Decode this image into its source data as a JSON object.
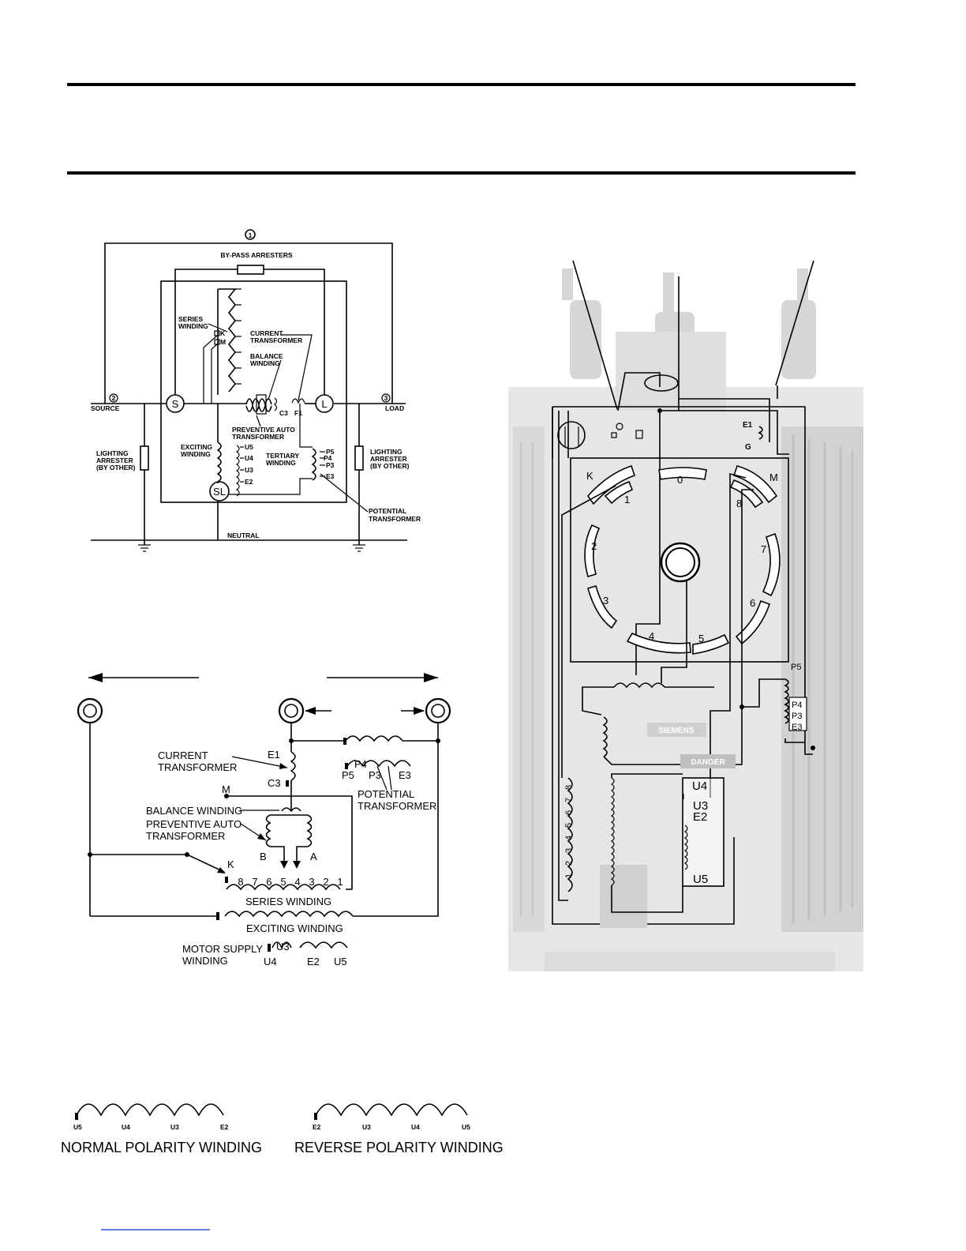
{
  "schematic": {
    "node_1": "1",
    "node_2": "2",
    "node_3": "3",
    "bypass": "BY-PASS ARRESTERS",
    "series_winding": [
      "SERIES",
      "WINDING"
    ],
    "k": "K",
    "m": "M",
    "current_transformer": [
      "CURRENT",
      "TRANSFORMER"
    ],
    "balance_winding": [
      "BALANCE",
      "WINDING"
    ],
    "c3": "C3",
    "f1": "F1",
    "s": "S",
    "l": "L",
    "sl": "SL",
    "source": "SOURCE",
    "load": "LOAD",
    "pat": [
      "PREVENTIVE AUTO",
      "TRANSFORMER"
    ],
    "exciting_winding": [
      "EXCITING",
      "WINDING"
    ],
    "exc_taps": [
      "U5",
      "U4",
      "U3",
      "E2"
    ],
    "tertiary_winding": [
      "TERTIARY",
      "WINDING"
    ],
    "ter_taps": [
      "P5",
      "P4",
      "P3",
      "E3"
    ],
    "arrester_left": [
      "LIGHTING",
      "ARRESTER",
      "(BY OTHER)"
    ],
    "arrester_right": [
      "LIGHTING",
      "ARRESTER",
      "(BY OTHER)"
    ],
    "potential_transformer": [
      "POTENTIAL",
      "TRANSFORMER"
    ],
    "neutral": "NEUTRAL"
  },
  "wiring": {
    "current_transformer": [
      "CURRENT",
      "TRANSFORMER"
    ],
    "e1": "E1",
    "c3": "C3",
    "p5": "P5",
    "p4": "P4",
    "p3": "P3",
    "e3": "E3",
    "potential_transformer": [
      "POTENTIAL",
      "TRANSFORMER"
    ],
    "m": "M",
    "balance_winding": "BALANCE WINDING",
    "pat": [
      "PREVENTIVE AUTO",
      "TRANSFORMER"
    ],
    "b": "B",
    "a": "A",
    "k": "K",
    "series_taps": [
      "8",
      "7",
      "6",
      "5",
      "4",
      "3",
      "2",
      "1"
    ],
    "series_winding": "SERIES WINDING",
    "exciting_winding": "EXCITING WINDING",
    "motor_supply": [
      "MOTOR SUPPLY",
      "WINDING"
    ],
    "u3": "U3",
    "u4": "U4",
    "e2": "E2",
    "u5": "U5"
  },
  "photo": {
    "e1": "E1",
    "g": "G",
    "k": "K",
    "m": "M",
    "taps": [
      "0",
      "1",
      "2",
      "3",
      "4",
      "5",
      "6",
      "7",
      "8"
    ],
    "p_taps": [
      "P5",
      "P4",
      "P3",
      "E3"
    ],
    "u_taps": [
      "U4",
      "U3",
      "E2",
      "U5"
    ],
    "vert_taps": [
      "8",
      "7",
      "6",
      "5",
      "4",
      "3",
      "2",
      "1"
    ],
    "brand": "SIEMENS",
    "danger": "DANGER"
  },
  "polarity": {
    "normal": "NORMAL POLARITY WINDING",
    "normal_taps": [
      "U5",
      "U4",
      "U3",
      "E2"
    ],
    "reverse": "REVERSE POLARITY WINDING",
    "reverse_taps": [
      "E2",
      "U3",
      "U4",
      "U5"
    ]
  }
}
